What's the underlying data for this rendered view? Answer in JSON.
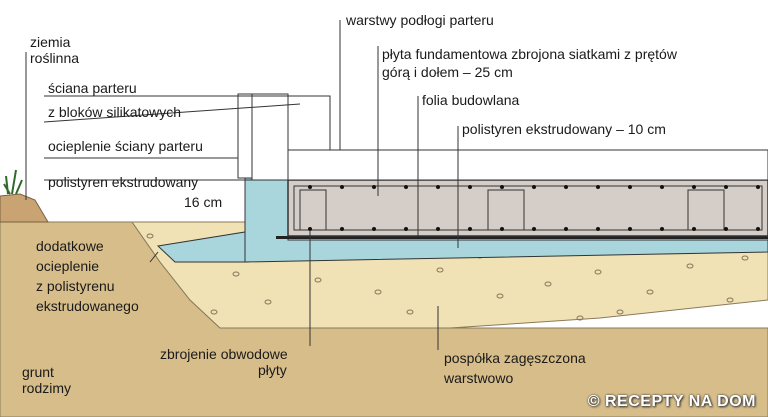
{
  "labels": {
    "ziemia": "ziemia",
    "roslinna": "roślinna",
    "warstwy_podlogi": "warstwy podłogi parteru",
    "plyta_1": "płyta fundamentowa zbrojona siatkami z prętów",
    "plyta_2": "górą i dołem – 25 cm",
    "sciana_1": "ściana parteru",
    "sciana_2": "z bloków silikatowych",
    "folia": "folia budowlana",
    "ocieplenie_sciany": "ocieplenie ściany parteru",
    "polistyren_10": "polistyren ekstrudowany – 10 cm",
    "polistyren_16_1": "polistyren ekstrudowany",
    "polistyren_16_2": "16 cm",
    "dodatkowe_1": "dodatkowe",
    "dodatkowe_2": "ocieplenie",
    "dodatkowe_3": "z polistyrenu",
    "dodatkowe_4": "ekstrudowanego",
    "grunt_1": "grunt",
    "grunt_2": "rodzimy",
    "zbrojenie_1": "zbrojenie obwodowe",
    "zbrojenie_2": "płyty",
    "pospolka_1": "pospółka zagęszczona",
    "pospolka_2": "warstwowo"
  },
  "watermark": "© RECEPTY NA DOM",
  "colors": {
    "soil": "#d7bd8a",
    "sand": "#f0e2b4",
    "insulation": "#a9d6dd",
    "concrete": "#d5cdc7",
    "wall": "#ffffff",
    "line": "#333333"
  }
}
